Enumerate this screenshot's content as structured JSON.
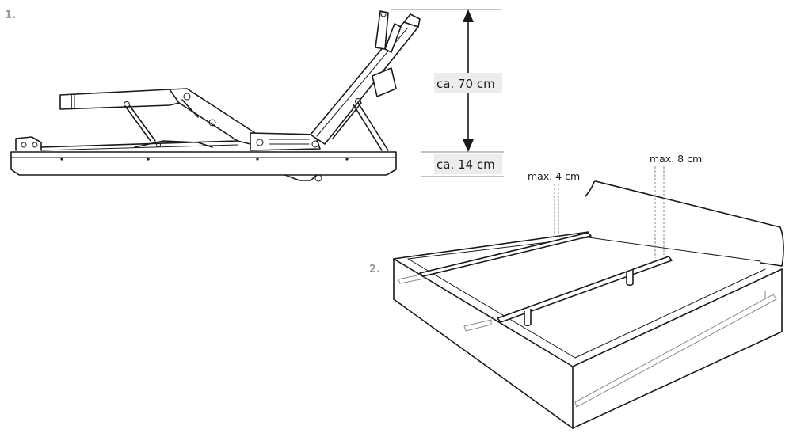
{
  "steps": {
    "step1": "1.",
    "step2": "2."
  },
  "dimensions": {
    "backrest_height": "ca. 70 cm",
    "frame_height": "ca. 14 cm",
    "side_support_max": "max. 4 cm",
    "center_support_max": "max. 8 cm"
  },
  "icons": {
    "bed_frame": "adjustable-bed-frame-illustration",
    "bed_base": "bed-base-illustration"
  },
  "colors": {
    "line": "#1a1a1a",
    "step_number": "#9a9a9a",
    "label_highlight": "#ececec"
  }
}
